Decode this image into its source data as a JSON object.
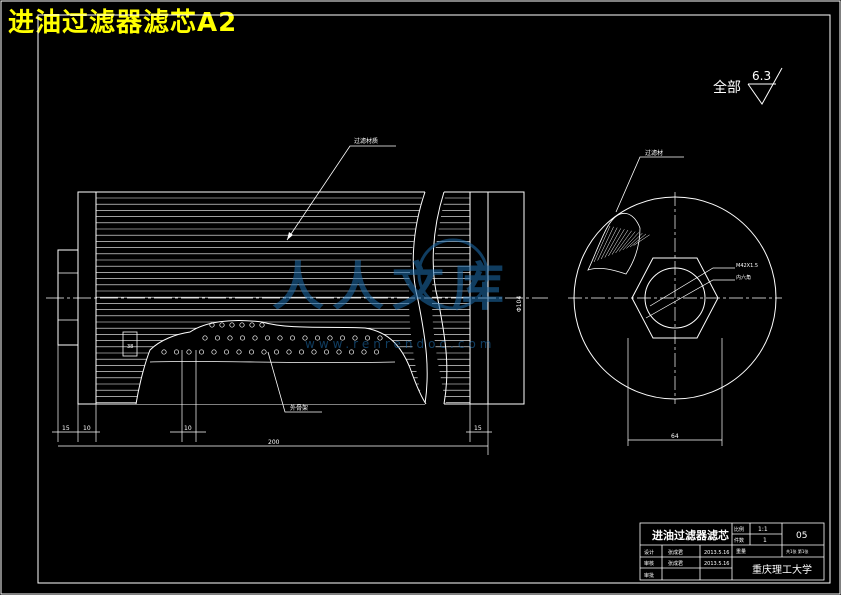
{
  "header": {
    "title": "进油过滤器滤芯A2"
  },
  "roughness": {
    "label": "全部",
    "value": "6.3"
  },
  "front_view": {
    "leader_top": "过滤材质",
    "leader_bottom": "外骨架",
    "dim_left_1": "15",
    "dim_left_2": "10",
    "dim_hole": "10",
    "dim_right": "15",
    "dim_total": "200",
    "dim_height": "Φ104",
    "dim_side": "38"
  },
  "side_view": {
    "leader_top": "过滤材",
    "leader_thread": "M42X1.5",
    "leader_hex": "内六角",
    "dim_width": "64"
  },
  "watermark": {
    "text": "人人文库",
    "url": "www.renrendoc.com"
  },
  "title_block": {
    "part_name": "进油过滤器滤芯",
    "scale_label": "比例",
    "scale_value": "1:1",
    "qty_label": "件数",
    "qty_value": "1",
    "drawing_no": "05",
    "row_design_label": "设计",
    "row_design_name": "张成君",
    "row_design_date": "2013.5.16",
    "row_check_label": "审核",
    "row_check_name": "张成君",
    "row_check_date": "2013.5.16",
    "row_approve_label": "审批",
    "weight_label": "重量",
    "sheet_label": "共1张 第1张",
    "school": "重庆理工大学"
  },
  "colors": {
    "line": "#ffffff",
    "title": "#ffff00",
    "watermark": "#1e6fb0"
  }
}
